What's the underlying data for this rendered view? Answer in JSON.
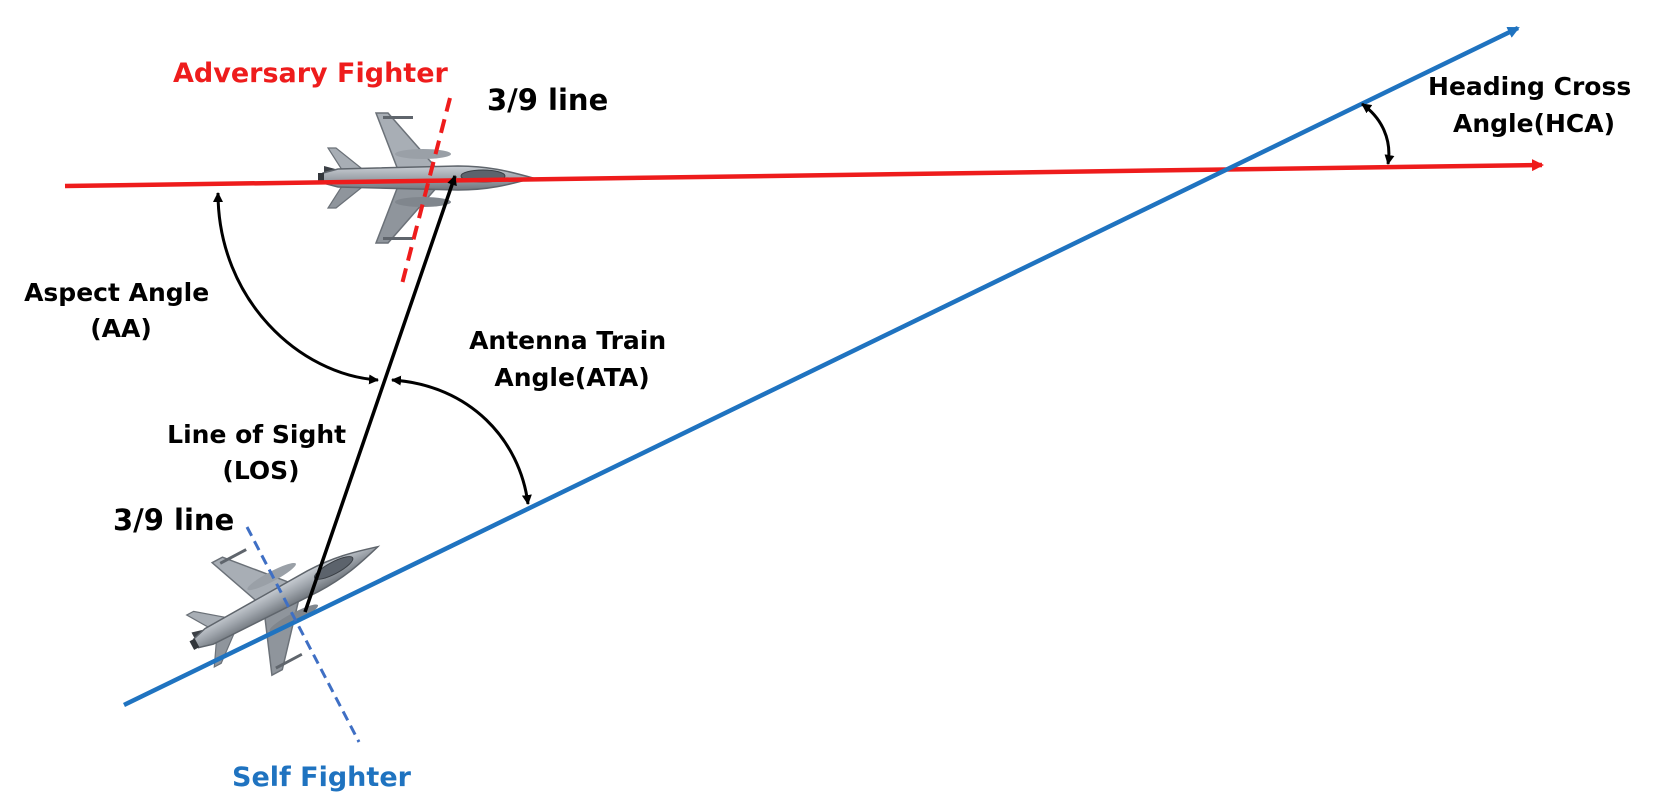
{
  "labels": {
    "adversary_fighter": "Adversary Fighter",
    "self_fighter": "Self Fighter",
    "three_nine_line_top": "3/9 line",
    "three_nine_line_bottom": "3/9 line",
    "heading_cross_angle": [
      "Heading Cross",
      "Angle(HCA)"
    ],
    "aspect_angle": [
      "Aspect Angle",
      "(AA)"
    ],
    "antenna_train_angle": [
      "Antenna Train",
      "Angle(ATA)"
    ],
    "line_of_sight": [
      "Line of Sight",
      "(LOS)"
    ]
  },
  "colors": {
    "adversary": "#ee1c1c",
    "self": "#1f73c0",
    "angle_marks": "#000000",
    "aircraft": "#8d939b"
  },
  "icons": {
    "adversary_aircraft": "fighter-jet-icon",
    "self_aircraft": "fighter-jet-icon"
  }
}
